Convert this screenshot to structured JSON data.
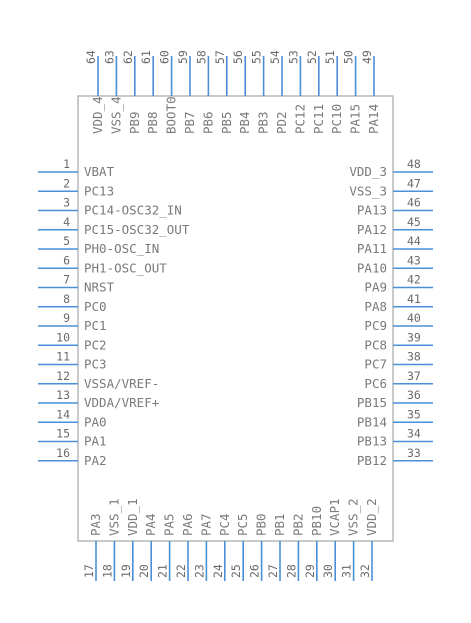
{
  "component": {
    "body_color": "#b3b3b3",
    "pin_color": "#4a90d9",
    "text_color": "#777777"
  },
  "left_pins": [
    {
      "num": "1",
      "name": "VBAT"
    },
    {
      "num": "2",
      "name": "PC13"
    },
    {
      "num": "3",
      "name": "PC14-OSC32_IN"
    },
    {
      "num": "4",
      "name": "PC15-OSC32_OUT"
    },
    {
      "num": "5",
      "name": "PH0-OSC_IN"
    },
    {
      "num": "6",
      "name": "PH1-OSC_OUT"
    },
    {
      "num": "7",
      "name": "NRST"
    },
    {
      "num": "8",
      "name": "PC0"
    },
    {
      "num": "9",
      "name": "PC1"
    },
    {
      "num": "10",
      "name": "PC2"
    },
    {
      "num": "11",
      "name": "PC3"
    },
    {
      "num": "12",
      "name": "VSSA/VREF-"
    },
    {
      "num": "13",
      "name": "VDDA/VREF+"
    },
    {
      "num": "14",
      "name": "PA0"
    },
    {
      "num": "15",
      "name": "PA1"
    },
    {
      "num": "16",
      "name": "PA2"
    }
  ],
  "right_pins": [
    {
      "num": "48",
      "name": "VDD_3"
    },
    {
      "num": "47",
      "name": "VSS_3"
    },
    {
      "num": "46",
      "name": "PA13"
    },
    {
      "num": "45",
      "name": "PA12"
    },
    {
      "num": "44",
      "name": "PA11"
    },
    {
      "num": "43",
      "name": "PA10"
    },
    {
      "num": "42",
      "name": "PA9"
    },
    {
      "num": "41",
      "name": "PA8"
    },
    {
      "num": "40",
      "name": "PC9"
    },
    {
      "num": "39",
      "name": "PC8"
    },
    {
      "num": "38",
      "name": "PC7"
    },
    {
      "num": "37",
      "name": "PC6"
    },
    {
      "num": "36",
      "name": "PB15"
    },
    {
      "num": "35",
      "name": "PB14"
    },
    {
      "num": "34",
      "name": "PB13"
    },
    {
      "num": "33",
      "name": "PB12"
    }
  ],
  "top_pins": [
    {
      "num": "64",
      "name": "VDD_4"
    },
    {
      "num": "63",
      "name": "VSS_4"
    },
    {
      "num": "62",
      "name": "PB9"
    },
    {
      "num": "61",
      "name": "PB8"
    },
    {
      "num": "60",
      "name": "BOOT0"
    },
    {
      "num": "59",
      "name": "PB7"
    },
    {
      "num": "58",
      "name": "PB6"
    },
    {
      "num": "57",
      "name": "PB5"
    },
    {
      "num": "56",
      "name": "PB4"
    },
    {
      "num": "55",
      "name": "PB3"
    },
    {
      "num": "54",
      "name": "PD2"
    },
    {
      "num": "53",
      "name": "PC12"
    },
    {
      "num": "52",
      "name": "PC11"
    },
    {
      "num": "51",
      "name": "PC10"
    },
    {
      "num": "50",
      "name": "PA15"
    },
    {
      "num": "49",
      "name": "PA14"
    }
  ],
  "bottom_pins": [
    {
      "num": "17",
      "name": "PA3"
    },
    {
      "num": "18",
      "name": "VSS_1"
    },
    {
      "num": "19",
      "name": "VDD_1"
    },
    {
      "num": "20",
      "name": "PA4"
    },
    {
      "num": "21",
      "name": "PA5"
    },
    {
      "num": "22",
      "name": "PA6"
    },
    {
      "num": "23",
      "name": "PA7"
    },
    {
      "num": "24",
      "name": "PC4"
    },
    {
      "num": "25",
      "name": "PC5"
    },
    {
      "num": "26",
      "name": "PB0"
    },
    {
      "num": "27",
      "name": "PB1"
    },
    {
      "num": "28",
      "name": "PB2"
    },
    {
      "num": "29",
      "name": "PB10"
    },
    {
      "num": "30",
      "name": "VCAP1"
    },
    {
      "num": "31",
      "name": "VSS_2"
    },
    {
      "num": "32",
      "name": "VDD_2"
    }
  ]
}
